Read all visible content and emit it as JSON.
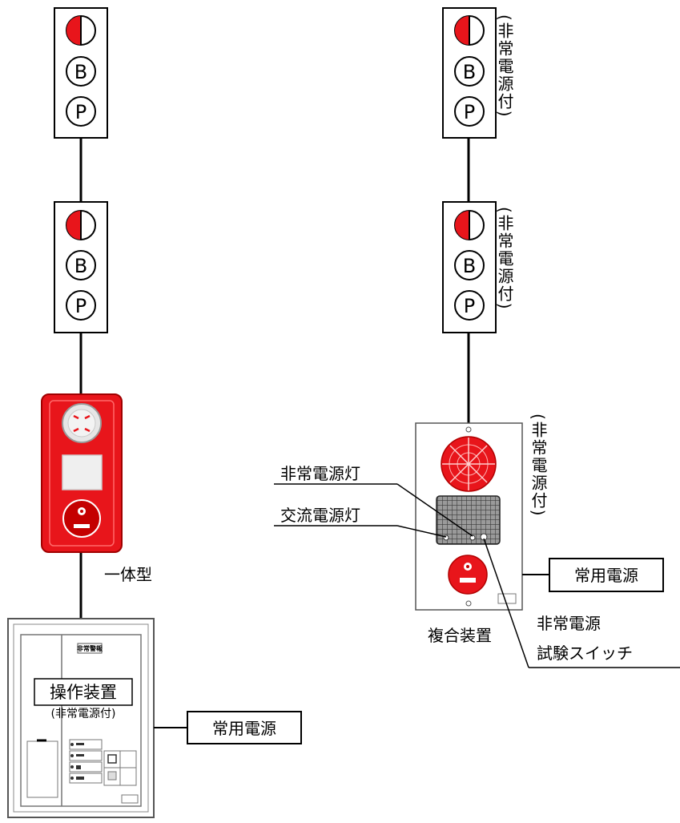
{
  "left_system": {
    "unit_types": [
      "一体型"
    ],
    "panel": {
      "header_plate": "非常警報",
      "title": "操作装置",
      "subtitle": "(非常電源付)"
    },
    "power_label": "常用電源"
  },
  "right_system": {
    "station_notes": [
      "(非常電源付)",
      "(非常電源付)"
    ],
    "compound_note": "(非常電源付)",
    "compound_label": "複合装置",
    "callouts": {
      "emergency_lamp": "非常電源灯",
      "ac_lamp": "交流電源灯",
      "test_switch_line1": "非常電源",
      "test_switch_line2": "試験スイッチ"
    },
    "power_label": "常用電源"
  },
  "station_symbols": [
    "lamp-icon",
    "B",
    "P"
  ],
  "colors": {
    "red": "#e8151b",
    "dark_red": "#c40000",
    "line": "#000000",
    "panel_border": "#555555"
  }
}
